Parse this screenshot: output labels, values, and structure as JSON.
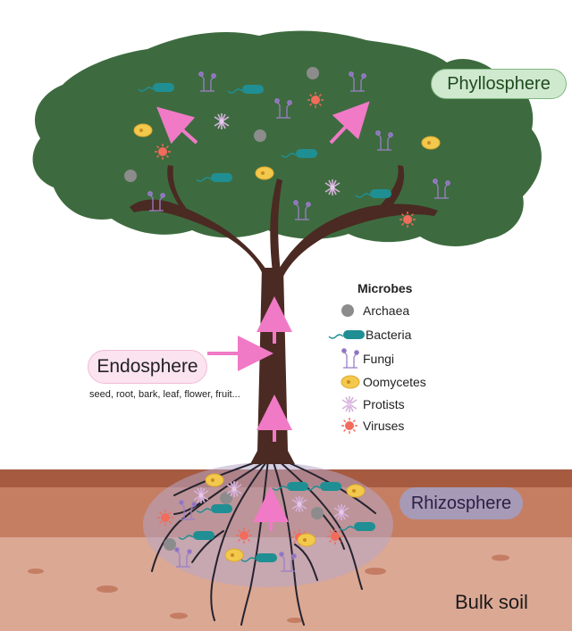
{
  "labels": {
    "phyllosphere": "Phyllosphere",
    "endosphere": "Endosphere",
    "endosphere_parts": "seed, root, bark, leaf, flower, fruit...",
    "rhizosphere": "Rhizosphere",
    "bulk_soil": "Bulk soil"
  },
  "legend": {
    "title": "Microbes",
    "items": [
      {
        "label": "Archaea",
        "icon": "archaea-icon"
      },
      {
        "label": "Bacteria",
        "icon": "bacteria-icon"
      },
      {
        "label": "Fungi",
        "icon": "fungi-icon"
      },
      {
        "label": "Oomycetes",
        "icon": "oomycetes-icon"
      },
      {
        "label": "Protists",
        "icon": "protists-icon"
      },
      {
        "label": "Viruses",
        "icon": "viruses-icon"
      }
    ]
  },
  "colors": {
    "canopy": "#3d6b3f",
    "trunk": "#4a2a22",
    "soil_top": "#b5664a",
    "soil_bottom": "#d39a85",
    "arrow": "#f07ac6",
    "archaea": "#8c8c8c",
    "bacteria": "#1f8f94",
    "fungi": "#9b7fc6",
    "oomycetes": "#f2c94c",
    "protists": "#d6b2dc",
    "viruses": "#f26b5b"
  }
}
